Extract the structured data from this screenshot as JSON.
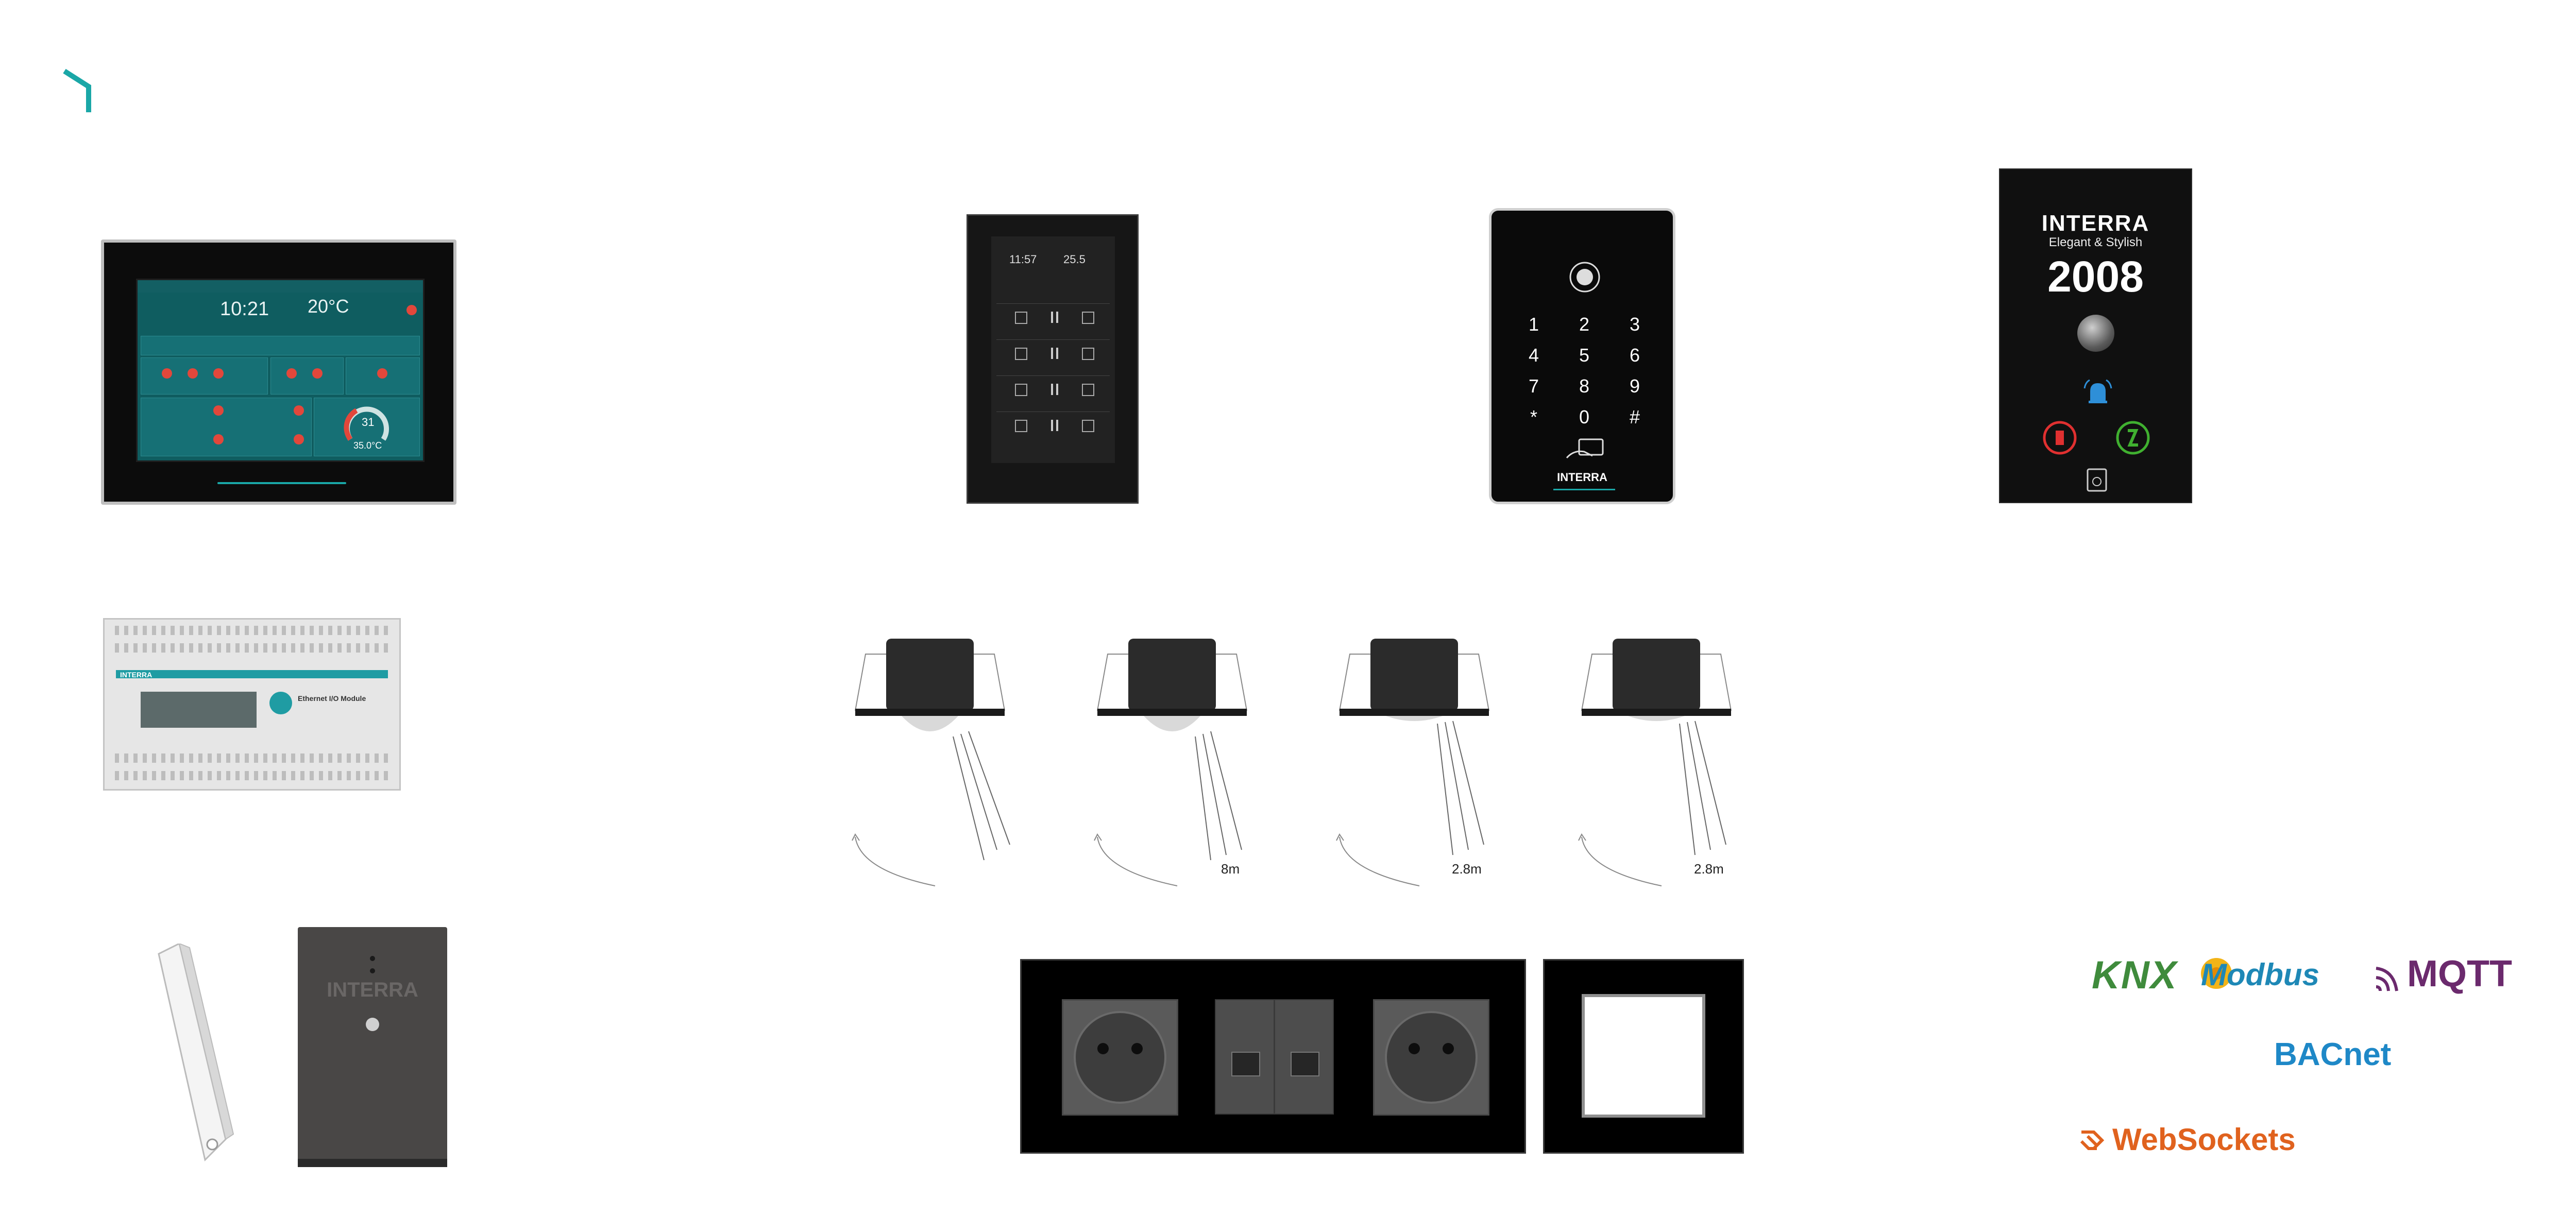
{
  "touch_panel": {
    "time": "10:21",
    "temp": "20°C",
    "gauge_value": "31",
    "setpoint": "35.0°C"
  },
  "vertical_panel": {
    "time": "11:57",
    "temp": "25.5"
  },
  "keypad": {
    "keys": [
      "1",
      "2",
      "3",
      "4",
      "5",
      "6",
      "7",
      "8",
      "9",
      "*",
      "0",
      "#"
    ],
    "brand": "INTERRA"
  },
  "door_panel": {
    "brand": "INTERRA",
    "subtitle": "Elegant & Stylish",
    "number": "2008"
  },
  "din_module": {
    "brand": "INTERRA",
    "title": "Ethernet I/O Module"
  },
  "sensors": {
    "labels": [
      "8m",
      "2.8m",
      "2.8m"
    ]
  },
  "gateway": {
    "brand": "INTERRA"
  },
  "logos": {
    "knx": "KNX",
    "modbus": "Modbus",
    "mqtt": "MQTT",
    "bacnet": "BACnet",
    "websockets": "WebSockets"
  },
  "colors": {
    "accent": "#1aa7a7",
    "knx": "#3f8b3c",
    "modbus": "#1e88b6",
    "mqtt": "#6b2a6d",
    "bacnet": "#1e88c7",
    "websockets": "#e0621e"
  }
}
